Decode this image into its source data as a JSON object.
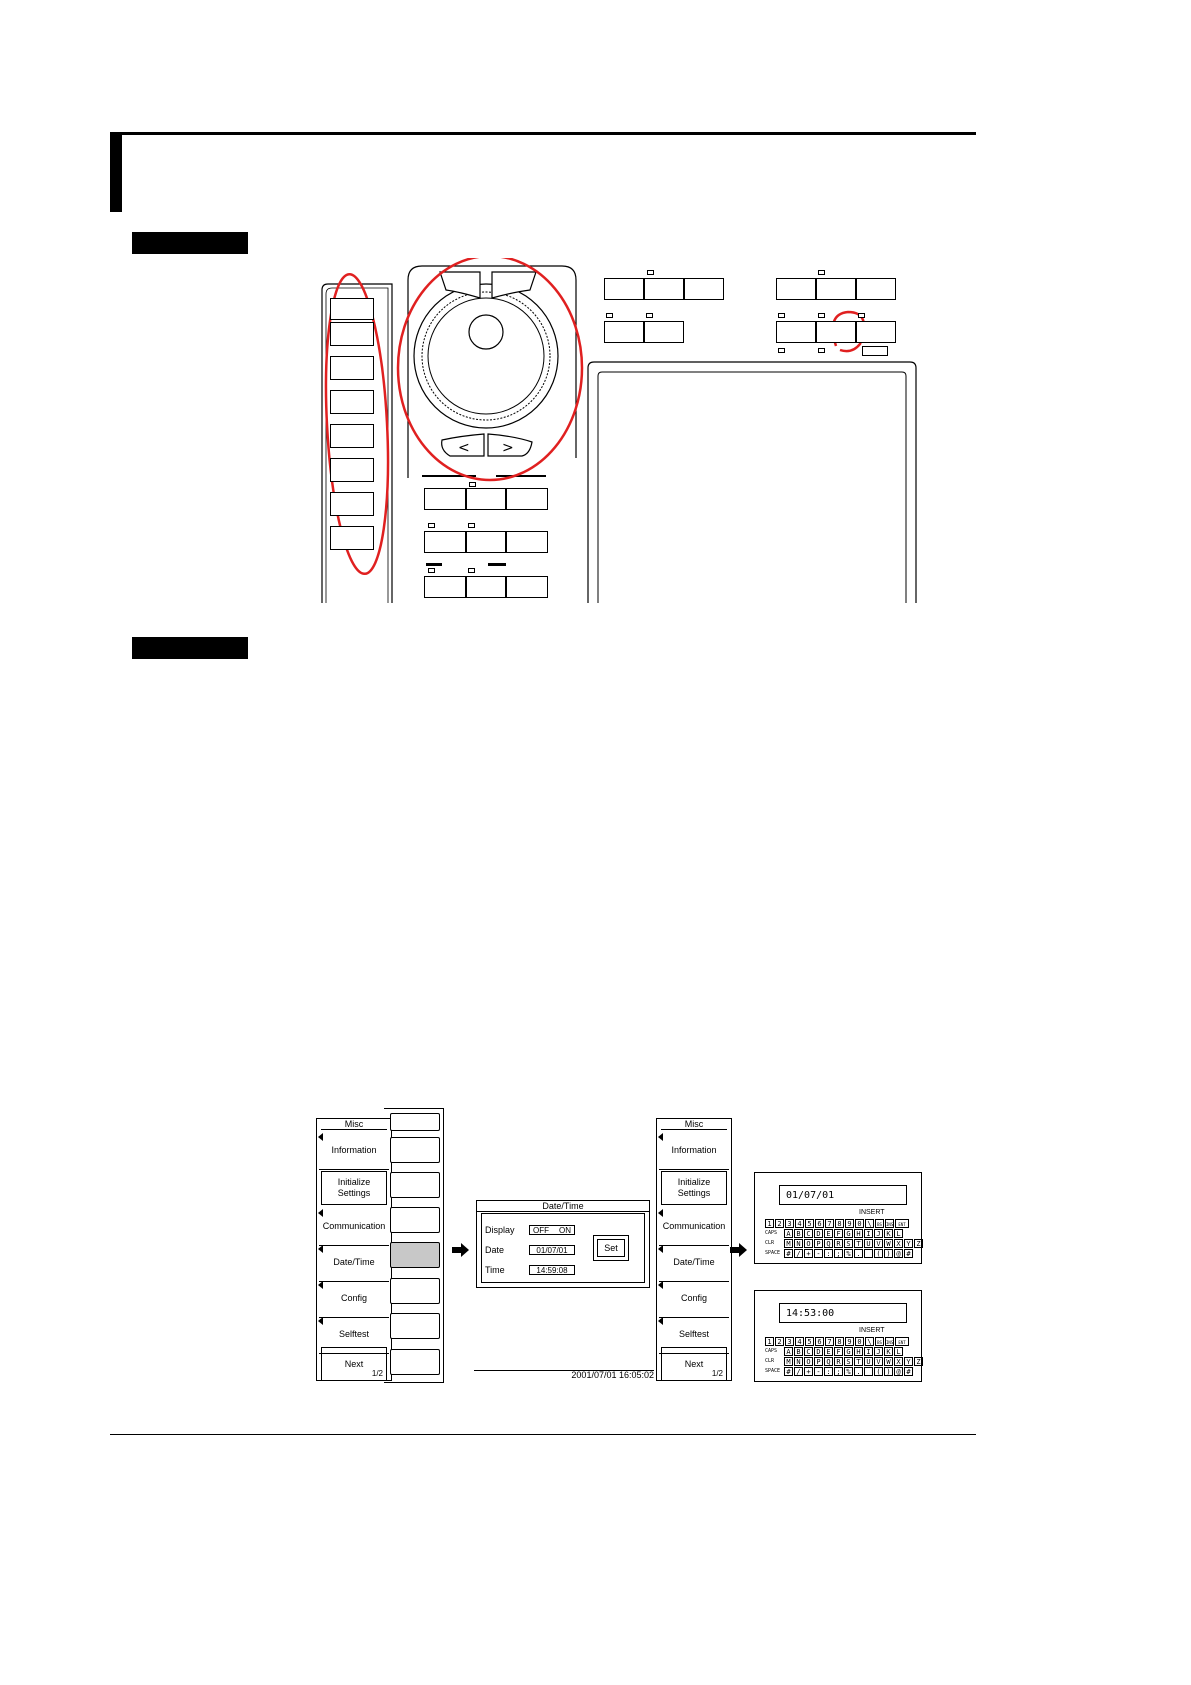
{
  "misc_menu": {
    "title": "Misc",
    "items": [
      "Information",
      "Initialize\nSettings",
      "Communication",
      "Date/Time",
      "Config",
      "Selftest",
      "Next"
    ],
    "page": "1/2"
  },
  "date_time_dialog": {
    "title": "Date/Time",
    "display_label": "Display",
    "display_off": "OFF",
    "display_on": "ON",
    "date_label": "Date",
    "date_value": "01/07/01",
    "time_label": "Time",
    "time_value": "14:59:08",
    "set_button": "Set",
    "status_timestamp": "2001/07/01 16:05:02"
  },
  "keyboard_date": {
    "field_value": "01/07/01",
    "insert_label": "INSERT"
  },
  "keyboard_time": {
    "field_value": "14:53:00",
    "insert_label": "INSERT"
  },
  "keyboard_rows": {
    "row1": [
      "1",
      "2",
      "3",
      "4",
      "5",
      "6",
      "7",
      "8",
      "9",
      "0",
      "\\"
    ],
    "row1_extra": [
      "BS",
      "INS",
      "ENT"
    ],
    "row2_label": "CAPS",
    "row2": [
      "A",
      "B",
      "C",
      "D",
      "E",
      "F",
      "G",
      "H",
      "I",
      "J",
      "K",
      "L"
    ],
    "row3_label": "CLR",
    "row3": [
      "M",
      "N",
      "O",
      "P",
      "Q",
      "R",
      "S",
      "T",
      "U",
      "V",
      "W",
      "X",
      "Y",
      "Z"
    ],
    "row4_label": "SPACE",
    "row4": [
      "#",
      "/",
      "+",
      "-",
      ":",
      ";",
      "%",
      ".",
      "_",
      "(",
      ")",
      "@",
      "#"
    ]
  }
}
